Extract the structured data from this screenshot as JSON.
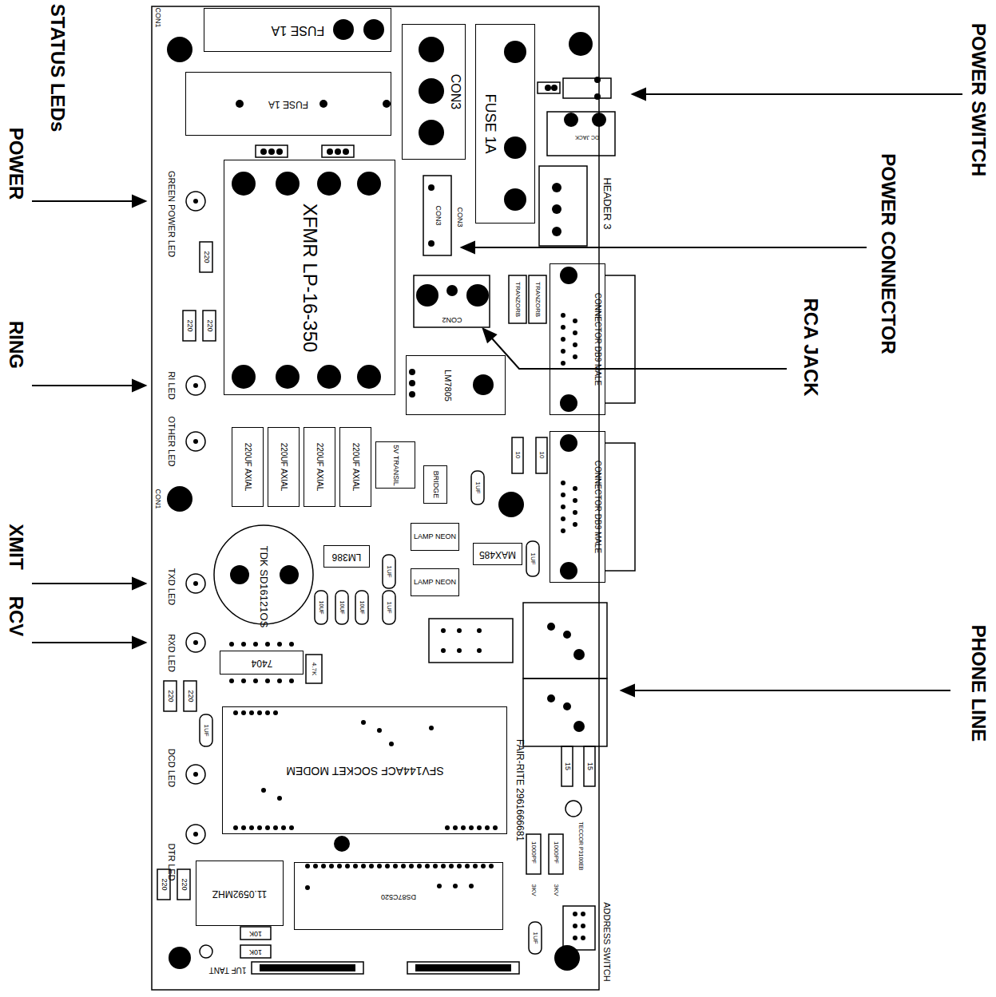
{
  "diagram": {
    "nodes": [
      {
        "text": [
          "FUSE 1A"
        ]
      },
      {
        "text": [
          "FUSE 1A"
        ]
      },
      {
        "text": [
          "CON3"
        ]
      },
      {
        "text": [
          "FUSE 1A"
        ]
      },
      {
        "text": [
          "XFMR LP-16-350"
        ]
      },
      {
        "text": [
          "LM7805"
        ]
      },
      {
        "text": [
          "CONNECTOR DB9 MALE"
        ]
      },
      {
        "text": [
          "220UF AXIAL"
        ]
      },
      {
        "text": [
          "220UF AXIAL"
        ]
      },
      {
        "text": [
          "220UF AXIAL"
        ]
      },
      {
        "text": [
          "220UF AXIAL"
        ]
      },
      {
        "text": [
          "5V TRANSIL"
        ]
      },
      {
        "text": [
          "BRIDGE"
        ]
      },
      {
        "text": [
          "CONNECTOR DB9 MALE"
        ]
      },
      {
        "text": [
          "LAMP NEON"
        ]
      },
      {
        "text": [
          "LM386"
        ]
      },
      {
        "text": [
          "MAX485"
        ]
      },
      {
        "text": [
          "LAMP NEON"
        ]
      },
      {
        "text": [
          "7404"
        ]
      },
      {
        "text": [
          "SFV144ACF SOCKET MODEM"
        ]
      },
      {
        "text": [
          "11.0592MHZ"
        ]
      },
      {
        "text": [
          "DS87C520"
        ]
      }
    ],
    "labels": [
      "STATUS LEDs",
      "POWER",
      "RING",
      "XMIT",
      "RCV",
      "POWER SWITCH",
      "POWER CONNECTOR",
      "RCA JACK",
      "PHONE LINE",
      "CON1",
      "GREEN POWER LED",
      "220",
      "220",
      "220",
      "RI LED",
      "OTHER LED",
      "CON1",
      "TXD LED",
      "RXD LED",
      "220",
      "220",
      "1UF",
      "DCD LED",
      "DTR LED",
      "220",
      "220",
      "10K",
      "10K",
      "1UF TANT",
      "CON3",
      "CON3",
      "CON2",
      "TRANZORB",
      "TRANZORB",
      "10",
      "10",
      "1UF",
      "TDK SD16121OS",
      "1UF",
      "1UF",
      "10UF",
      "10UF",
      "10UF",
      "1UF",
      "4.7K",
      "FAIR-RITE 2961666681",
      "15",
      "15",
      "TECCOR P3100EB",
      "1000PF",
      "3KV",
      "1000PF",
      "3KV",
      "ADDRESS SWITCH",
      "HEADER 3",
      "DC JACK",
      "1UF"
    ]
  }
}
